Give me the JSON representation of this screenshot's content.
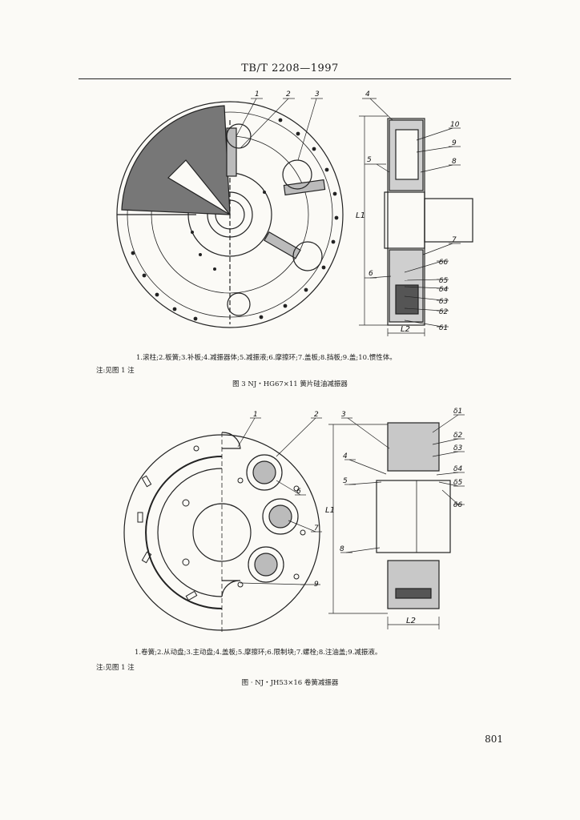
{
  "header": {
    "standard_number": "TB/T 2208—1997"
  },
  "figure_top": {
    "part_labels": [
      "1",
      "2",
      "3",
      "4",
      "5",
      "6",
      "7",
      "8",
      "9",
      "10",
      "δ1",
      "δ2",
      "δ3",
      "δ4",
      "δ5",
      "δ6"
    ],
    "dimension_labels": {
      "l1": "L1",
      "l2": "L2"
    },
    "legend": "1.滚柱;2.板簧;3.补板;4.减振器体;5.减振液;6.摩擦环;7.盖板;8.挡板;9.盖;10.惯性体。",
    "note": "注:见图 1 注",
    "caption": "图 3   NJ・HG67×11 簧片硅油减振器"
  },
  "figure_bottom": {
    "part_labels": [
      "1",
      "2",
      "3",
      "4",
      "5",
      "6",
      "7",
      "8",
      "9",
      "δ1",
      "δ2",
      "δ3",
      "δ4",
      "δ5",
      "δ6"
    ],
    "dimension_labels": {
      "l1": "L1",
      "l2": "L2"
    },
    "legend": "1.卷簧;2.从动盘;3.主动盘;4.盖板;5.摩擦环;6.限制块;7.螺栓;8.注油盖;9.减振液。",
    "note": "注:见图 1 注",
    "caption": "图 ·  NJ・JH53×16 卷簧减振器"
  },
  "page_number": "801"
}
